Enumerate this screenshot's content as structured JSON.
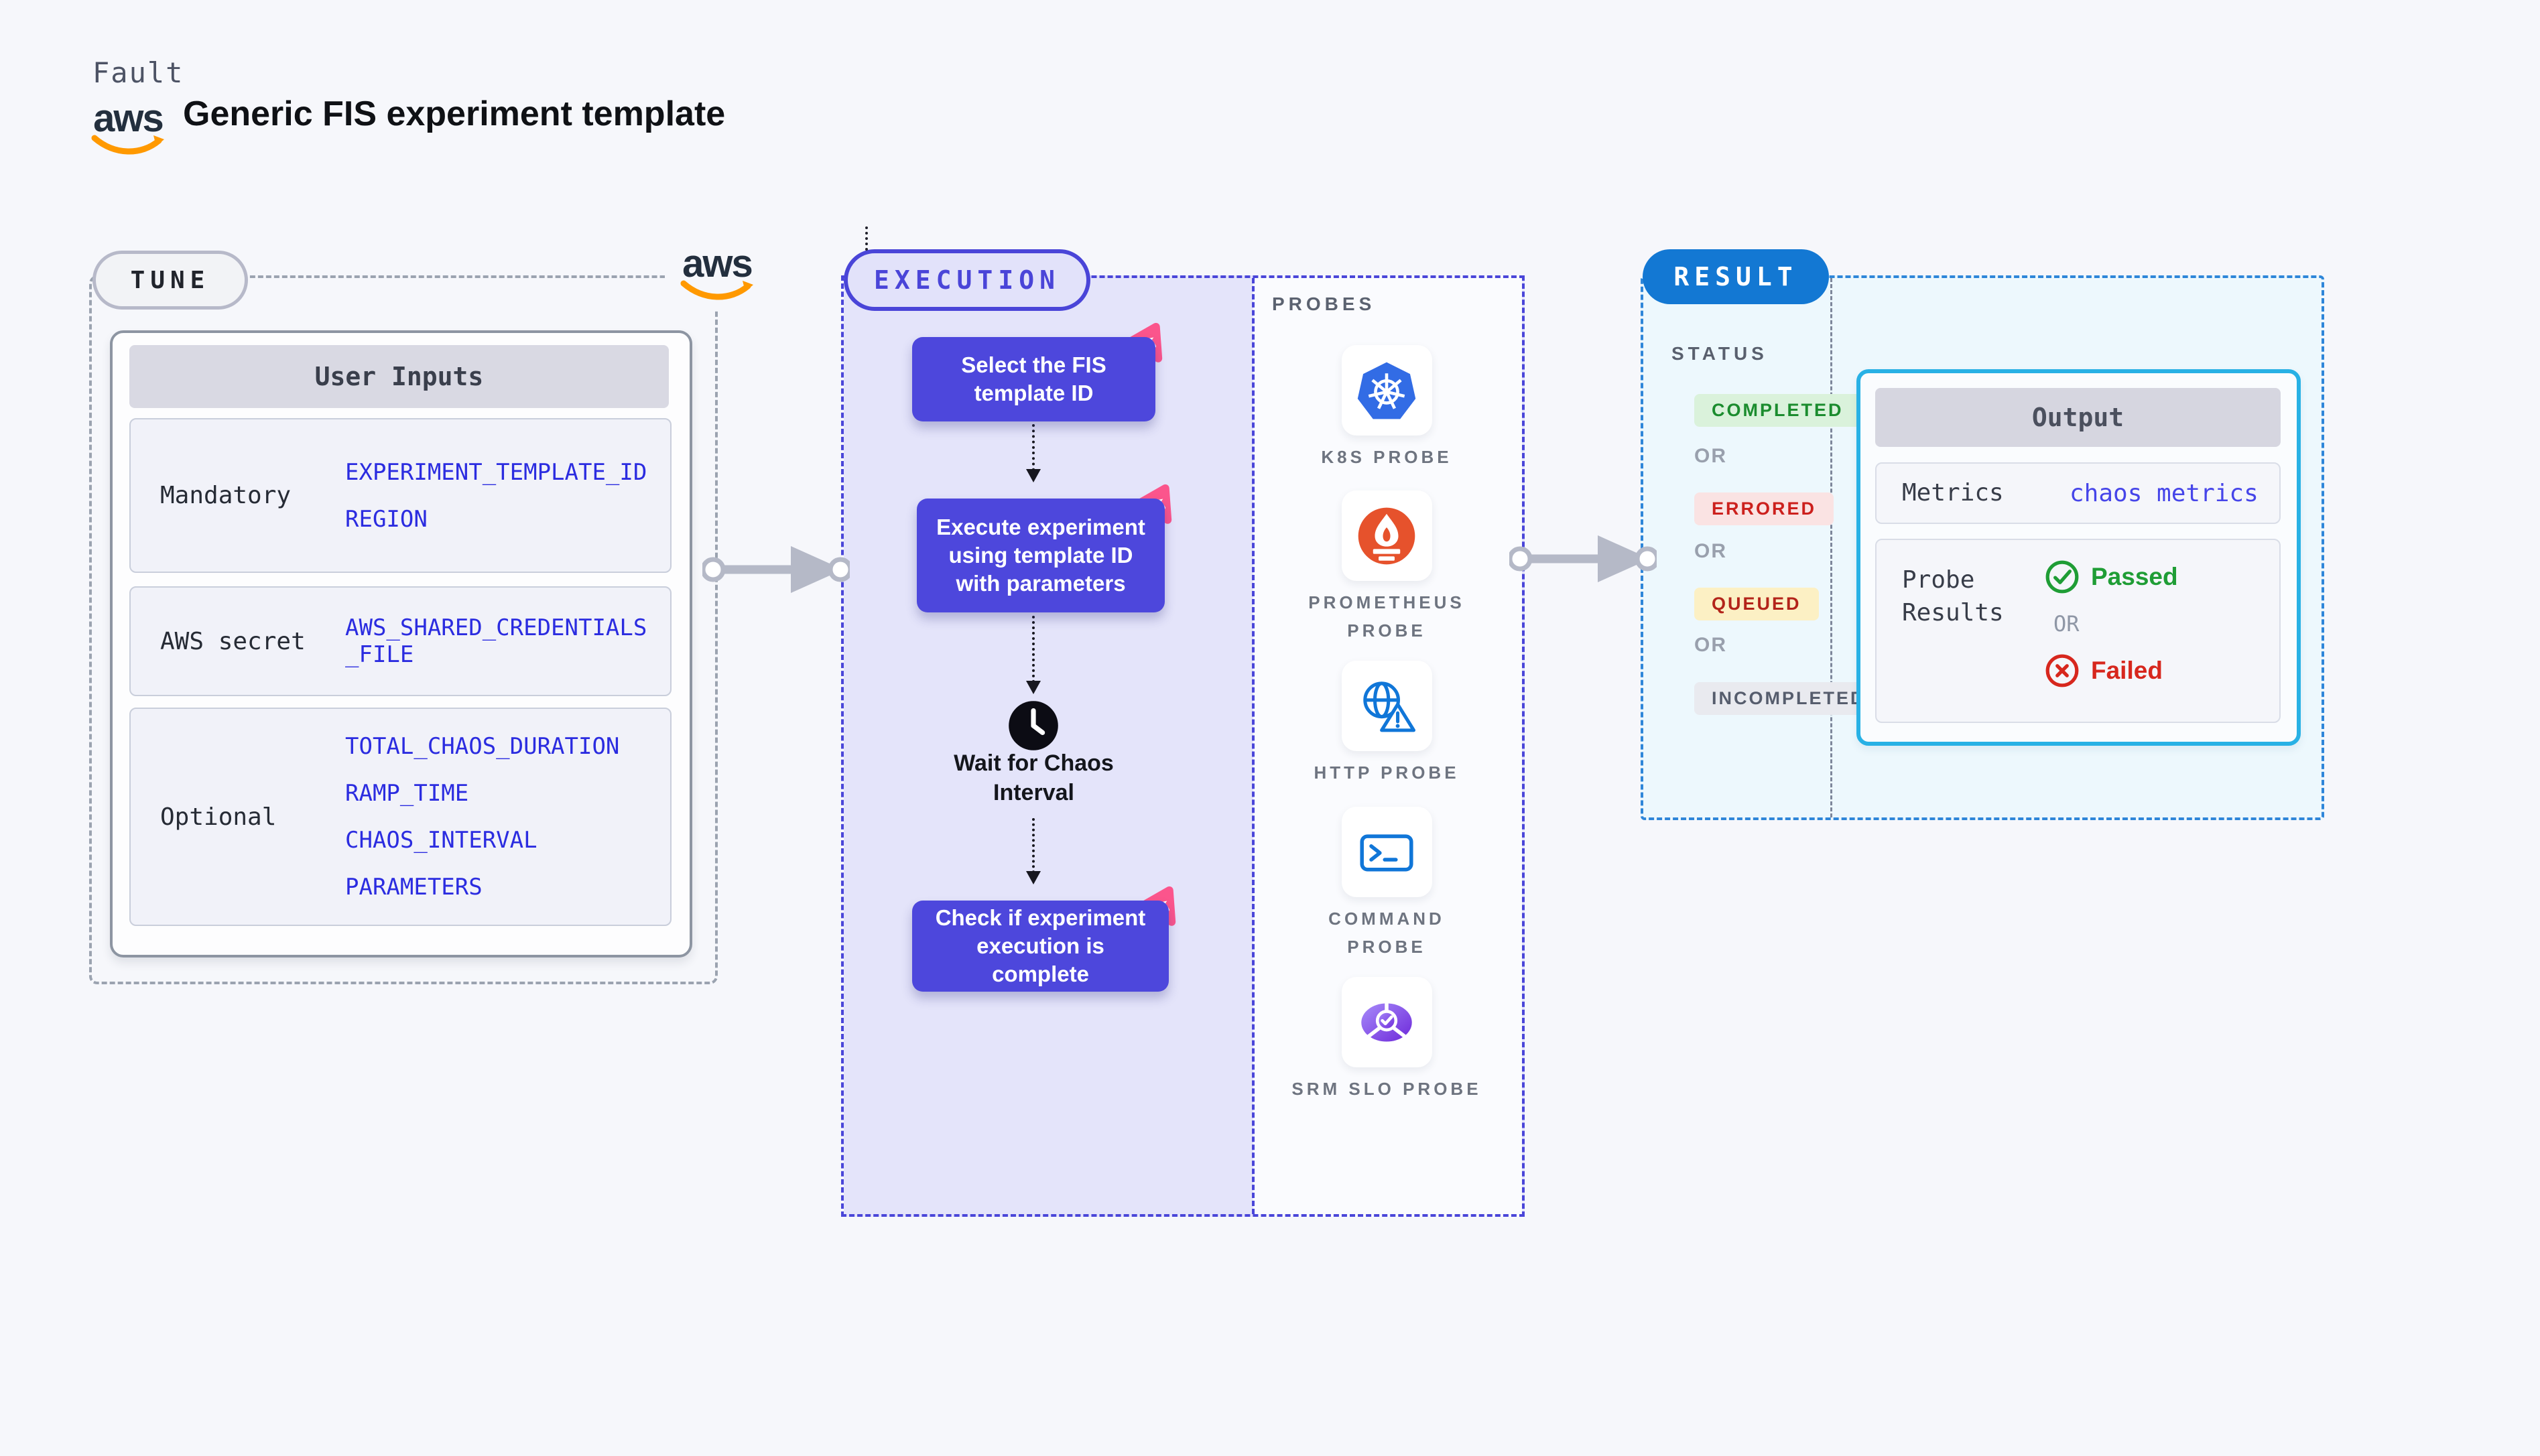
{
  "header": {
    "brand": "Fault",
    "title": "Generic FIS experiment template",
    "aws_text": "aws"
  },
  "tune": {
    "label": "TUNE",
    "aws_text": "aws",
    "table": {
      "header": "User Inputs",
      "rows": [
        {
          "label": "Mandatory",
          "values": [
            "EXPERIMENT_TEMPLATE_ID",
            "REGION"
          ]
        },
        {
          "label": "AWS secret",
          "values": [
            "AWS_SHARED_CREDENTIALS_FILE"
          ]
        },
        {
          "label": "Optional",
          "values": [
            "TOTAL_CHAOS_DURATION",
            "RAMP_TIME",
            "CHAOS_INTERVAL",
            "PARAMETERS"
          ]
        }
      ]
    }
  },
  "execution": {
    "label": "EXECUTION",
    "steps": [
      {
        "text": "Select the FIS template ID"
      },
      {
        "text": "Execute experiment using template ID with parameters"
      },
      {
        "text": "Wait for Chaos Interval"
      },
      {
        "text": "Check if experiment execution is complete"
      }
    ]
  },
  "probes": {
    "label": "PROBES",
    "items": [
      {
        "name": "K8S PROBE",
        "icon": "kubernetes-icon"
      },
      {
        "name": "PROMETHEUS PROBE",
        "icon": "prometheus-icon"
      },
      {
        "name": "HTTP PROBE",
        "icon": "globe-warning-icon"
      },
      {
        "name": "COMMAND PROBE",
        "icon": "terminal-icon"
      },
      {
        "name": "SRM SLO PROBE",
        "icon": "slo-pie-icon"
      }
    ]
  },
  "result": {
    "label": "RESULT",
    "status": {
      "title": "STATUS",
      "or": "OR",
      "badges": [
        "COMPLETED",
        "ERRORED",
        "QUEUED",
        "INCOMPLETED"
      ]
    },
    "output": {
      "header": "Output",
      "metrics_label": "Metrics",
      "metrics_value": "chaos metrics",
      "probe_label": "Probe Results",
      "passed": "Passed",
      "or": "OR",
      "failed": "Failed"
    }
  },
  "colors": {
    "background": "#f6f7fb",
    "indigo": "#4d47dc",
    "execution_panel": "#e4e4fa",
    "pink_accent": "#fb558c",
    "tune_dash": "#9ba3b0",
    "result_blue": "#1378d3",
    "result_dash": "#2e86d9",
    "output_border": "#28b1e5",
    "value_blue": "#2b2ce0",
    "completed_green": "#1b8c2e",
    "errored_red": "#cc201d",
    "queued_amber": "#b3241a",
    "incompleted_gray": "#565d6d",
    "passed_green": "#1f9d35",
    "failed_red": "#d7271d",
    "aws_orange": "#ff9900",
    "kubernetes_blue": "#326ce5",
    "prometheus_orange": "#e6522c",
    "probe_icon_blue": "#1076d8",
    "srm_purple": "#7c3aed"
  }
}
